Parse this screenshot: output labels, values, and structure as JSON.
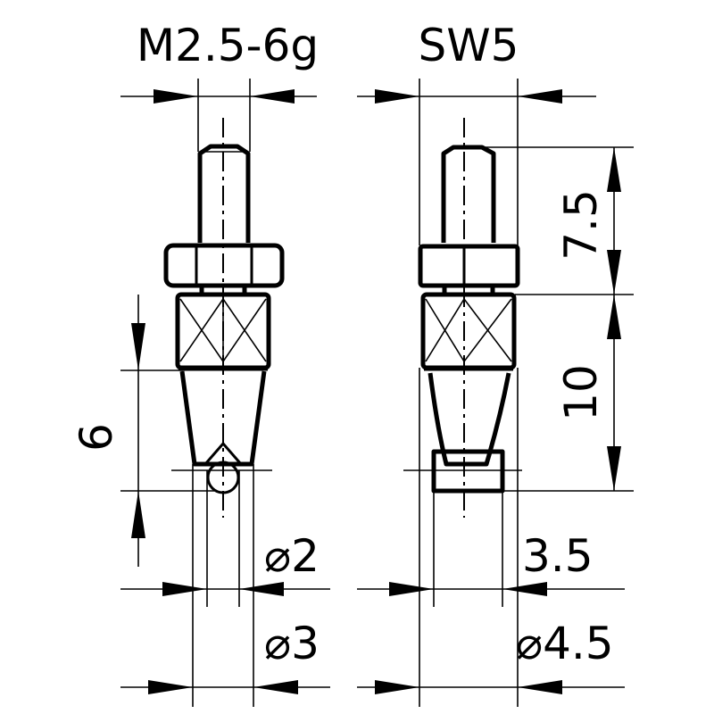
{
  "left_part": {
    "thread_label": "M2.5-6g",
    "length_label": "6",
    "tip_diameter_label": "⌀2",
    "body_diameter_label": "⌀3"
  },
  "right_part": {
    "wrench_label": "SW5",
    "upper_length_label": "7.5",
    "lower_length_label": "10",
    "tip_width_label": "3.5",
    "body_diameter_label": "⌀4.5"
  }
}
